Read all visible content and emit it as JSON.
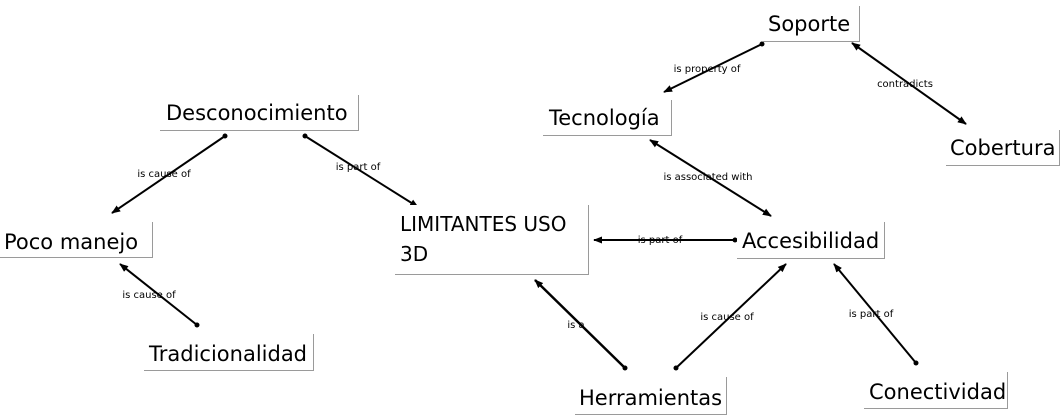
{
  "nodes": {
    "soporte": "Soporte",
    "tecnologia": "Tecnología",
    "cobertura": "Cobertura",
    "desconocimiento": "Desconocimiento",
    "poco_manejo": "Poco manejo",
    "limitantes": "LIMITANTES USO 3D",
    "accesibilidad": "Accesibilidad",
    "tradicionalidad": "Tradicionalidad",
    "herramientas": "Herramientas",
    "conectividad": "Conectividad"
  },
  "links": {
    "soporte_tecnologia": "is property of",
    "soporte_cobertura": "contradicts",
    "tecnologia_accesibilidad": "is associated with",
    "desconocimiento_poco_manejo": "is cause of",
    "desconocimiento_limitantes": "is part of",
    "accesibilidad_limitantes": "is part of",
    "tradicionalidad_poco_manejo": "is cause of",
    "herramientas_limitantes": "is a",
    "herramientas_accesibilidad": "is cause of",
    "conectividad_accesibilidad": "is part of"
  },
  "colors": {
    "line": "#000000",
    "node_border": "#9a9a9a",
    "background": "#ffffff"
  }
}
